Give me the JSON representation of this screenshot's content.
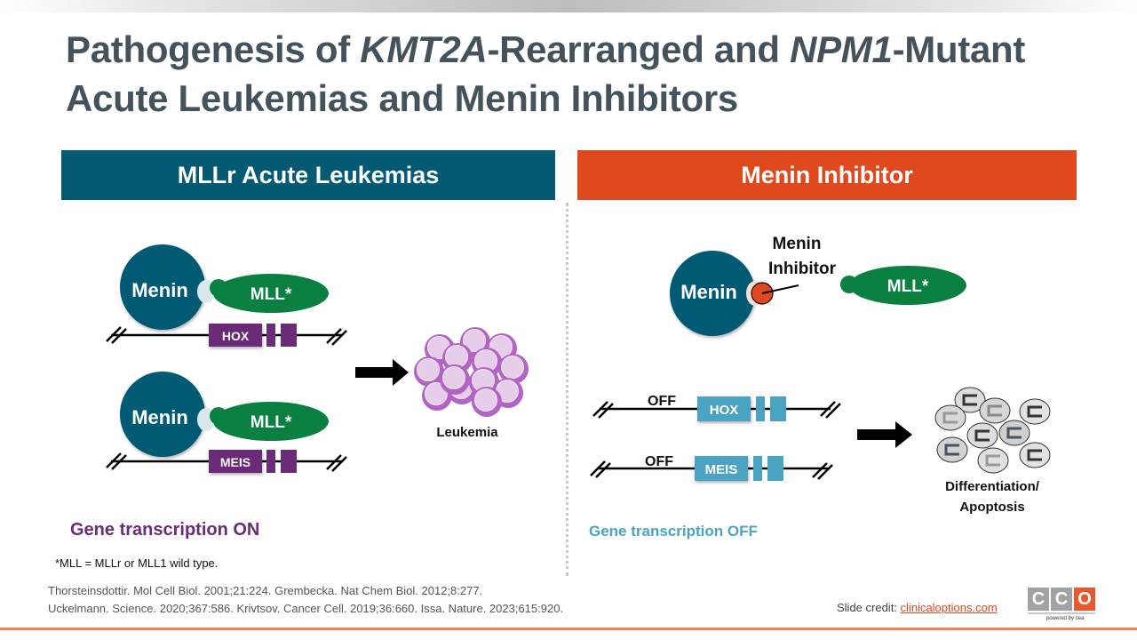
{
  "title": {
    "line1_a": "Pathogenesis of ",
    "line1_b": "KMT2A",
    "line1_c": "-Rearranged and ",
    "line1_d": "NPM1",
    "line1_e": "-Mutant",
    "line2": "Acute Leukemias and Menin Inhibitors"
  },
  "left_panel": {
    "header": "MLLr Acute Leukemias",
    "header_color": "#045a73",
    "complex1": {
      "menin": "Menin",
      "mll": "MLL*",
      "gene": "HOX"
    },
    "complex2": {
      "menin": "Menin",
      "mll": "MLL*",
      "gene": "MEIS"
    },
    "outcome": "Leukemia",
    "status": "Gene transcription ON",
    "status_color": "#6a2c77"
  },
  "right_panel": {
    "header": "Menin Inhibitor",
    "header_color": "#e0481e",
    "menin": "Menin",
    "inhibitor_label_1": "Menin",
    "inhibitor_label_2": "Inhibitor",
    "mll": "MLL*",
    "gene1": {
      "state": "OFF",
      "name": "HOX"
    },
    "gene2": {
      "state": "OFF",
      "name": "MEIS"
    },
    "outcome_1": "Differentiation/",
    "outcome_2": "Apoptosis",
    "status": "Gene transcription OFF",
    "status_color": "#4ba3c3"
  },
  "footnote": "*MLL = MLLr or MLL1 wild type.",
  "references": [
    "Thorsteinsdottir. Mol Cell Biol. 2001;21:224. Grembecka. Nat Chem Biol. 2012;8:277.",
    "Uckelmann. Science. 2020;367:586. Krivtsov. Cancer Cell. 2019;36:660. Issa. Nature. 2023;615:920."
  ],
  "credit": {
    "label": "Slide credit: ",
    "link": "clinicaloptions.com"
  },
  "logo": {
    "letters": [
      "C",
      "C",
      "O"
    ],
    "tagline": "powered by cea"
  }
}
